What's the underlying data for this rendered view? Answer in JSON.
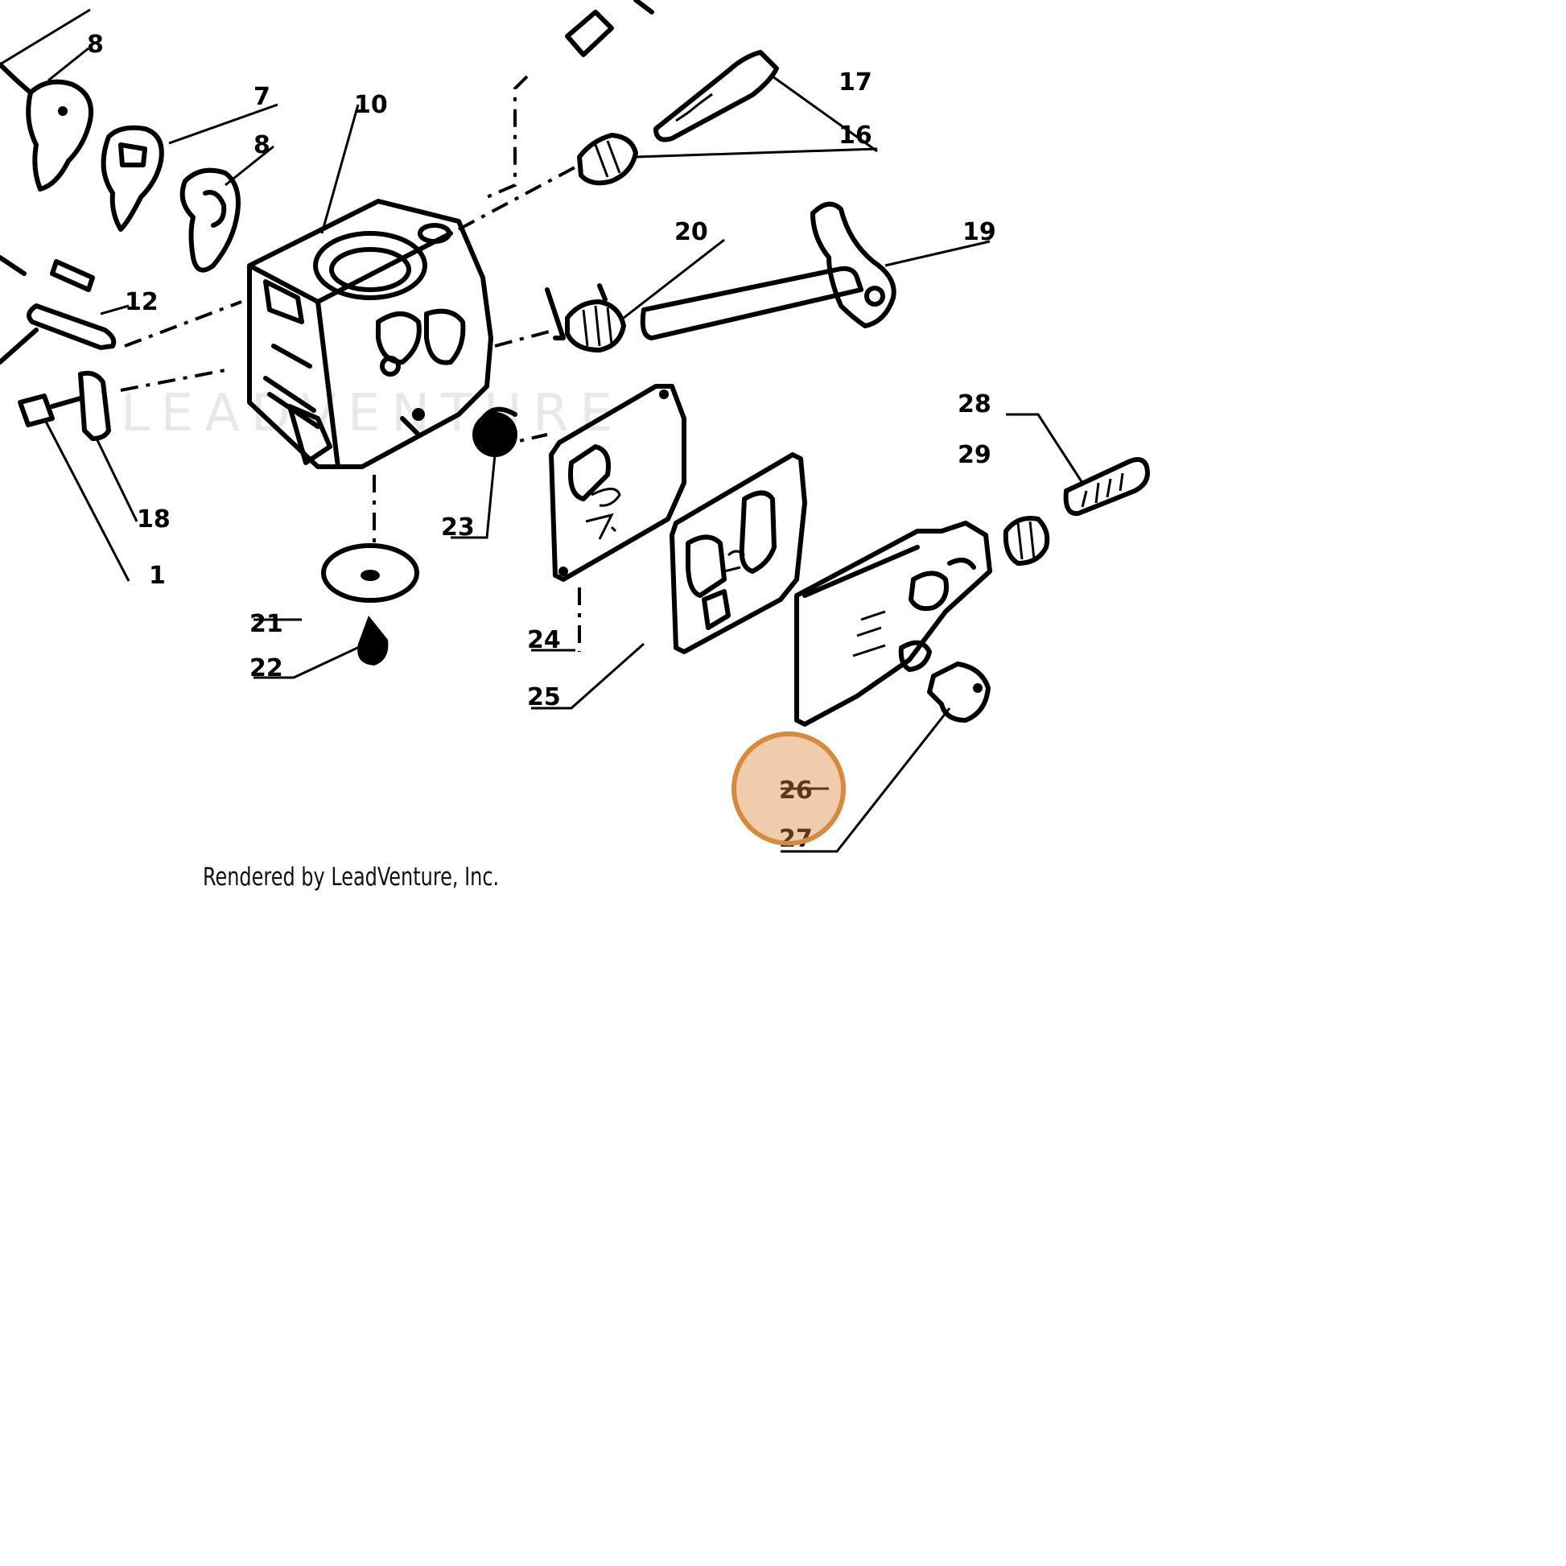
{
  "diagram": {
    "credit": "Rendered by LeadVenture, Inc.",
    "watermark": "LEADVENTURE",
    "highlight_color": "#d9893a",
    "callouts": [
      {
        "id": "c1",
        "text": "1"
      },
      {
        "id": "c7",
        "text": "7"
      },
      {
        "id": "c8",
        "text": "8"
      },
      {
        "id": "c10",
        "text": "10"
      },
      {
        "id": "c12",
        "text": "12"
      },
      {
        "id": "c16",
        "text": "16"
      },
      {
        "id": "c17",
        "text": "17"
      },
      {
        "id": "c18",
        "text": "18"
      },
      {
        "id": "c19",
        "text": "19"
      },
      {
        "id": "c20",
        "text": "20"
      },
      {
        "id": "c21",
        "text": "21"
      },
      {
        "id": "c22",
        "text": "22"
      },
      {
        "id": "c23",
        "text": "23"
      },
      {
        "id": "c24",
        "text": "24"
      },
      {
        "id": "c25",
        "text": "25"
      },
      {
        "id": "c26",
        "text": "26"
      },
      {
        "id": "c27",
        "text": "27"
      },
      {
        "id": "c28",
        "text": "28"
      },
      {
        "id": "c29",
        "text": "29"
      }
    ]
  }
}
